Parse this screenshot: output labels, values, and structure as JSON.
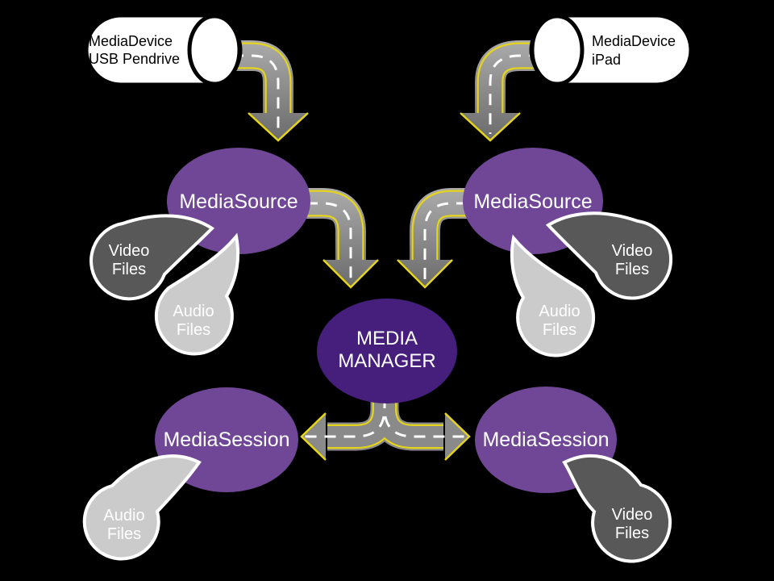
{
  "colors": {
    "background": "#000000",
    "node-purple": "#6F4796",
    "manager-purple": "#451F7B",
    "drop-dark-gray": "#585858",
    "drop-light-gray": "#CBCBCB",
    "road-gray": "#8A8A8A",
    "road-yellow": "#E5D41C",
    "road-dash-white": "#FFFFFF",
    "device-fill": "#FFFFFF",
    "device-stroke": "#000000",
    "text-light": "#FFFFFF",
    "text-dark": "#000000"
  },
  "devices": {
    "left": {
      "line1": "MediaDevice",
      "line2": "USB Pendrive"
    },
    "right": {
      "line1": "MediaDevice",
      "line2": "iPad"
    }
  },
  "sources": {
    "left": {
      "label": "MediaSource"
    },
    "right": {
      "label": "MediaSource"
    }
  },
  "manager": {
    "line1": "MEDIA",
    "line2": "MANAGER"
  },
  "sessions": {
    "left": {
      "label": "MediaSession"
    },
    "right": {
      "label": "MediaSession"
    }
  },
  "drops": {
    "source_left_video": {
      "line1": "Video",
      "line2": "Files"
    },
    "source_left_audio": {
      "line1": "Audio",
      "line2": "Files"
    },
    "source_right_video": {
      "line1": "Video",
      "line2": "Files"
    },
    "source_right_audio": {
      "line1": "Audio",
      "line2": "Files"
    },
    "session_left_audio": {
      "line1": "Audio",
      "line2": "Files"
    },
    "session_right_video": {
      "line1": "Video",
      "line2": "Files"
    }
  }
}
